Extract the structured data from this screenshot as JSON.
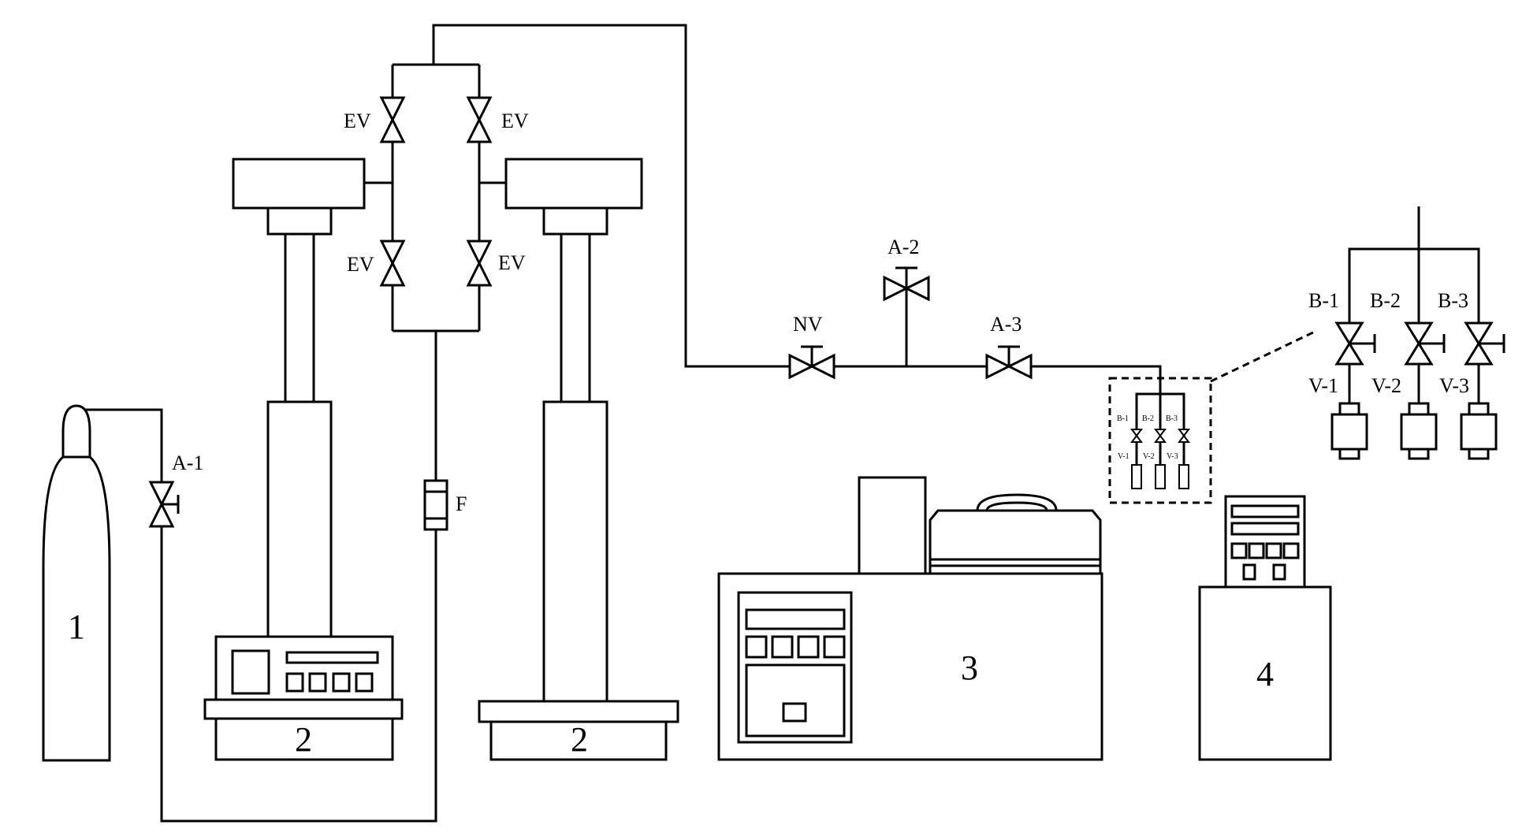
{
  "labels": {
    "cylinder": "1",
    "pump_left": "2",
    "pump_right": "2",
    "analyzer": "3",
    "bath": "4",
    "valve_a1": "A-1",
    "valve_a2": "A-2",
    "valve_a3": "A-3",
    "valve_nv": "NV",
    "valve_ev_top_left": "EV",
    "valve_ev_top_right": "EV",
    "valve_ev_bottom_left": "EV",
    "valve_ev_bottom_right": "EV",
    "filter": "F",
    "valve_b1": "B-1",
    "valve_b2": "B-2",
    "valve_b3": "B-3",
    "vessel_v1": "V-1",
    "vessel_v2": "V-2",
    "vessel_v3": "V-3",
    "inset_b1": "B-1",
    "inset_b2": "B-2",
    "inset_b3": "B-3",
    "inset_v1": "V-1",
    "inset_v2": "V-2",
    "inset_v3": "V-3"
  }
}
